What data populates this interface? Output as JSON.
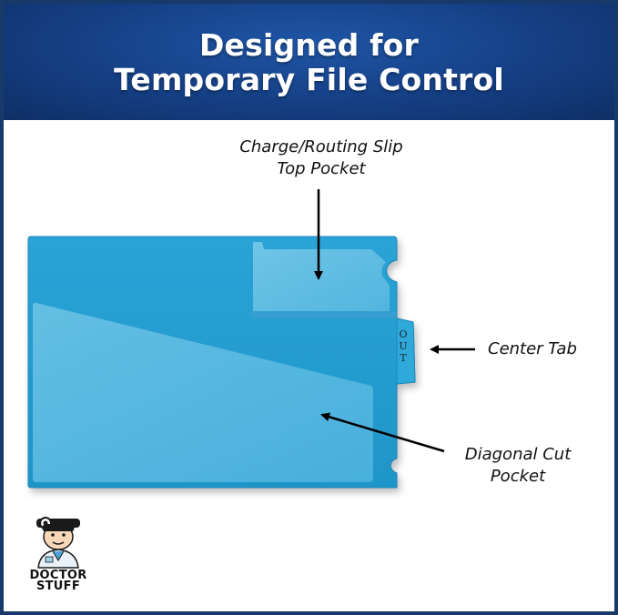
{
  "header": {
    "title_line1": "Designed for",
    "title_line2": "Temporary File Control",
    "background_color": "#153f84",
    "text_color": "#ffffff"
  },
  "product": {
    "color": "#2ba6d8",
    "tab_text": "OUT"
  },
  "callouts": {
    "charge_line1": "Charge/Routing Slip",
    "charge_line2": "Top Pocket",
    "center_tab": "Center Tab",
    "diagonal_line1": "Diagonal Cut",
    "diagonal_line2": "Pocket"
  },
  "logo": {
    "line1": "DOCTOR",
    "line2": "STUFF",
    "icon": "doctor-mascot-icon"
  },
  "frame_color": "#173a6a"
}
